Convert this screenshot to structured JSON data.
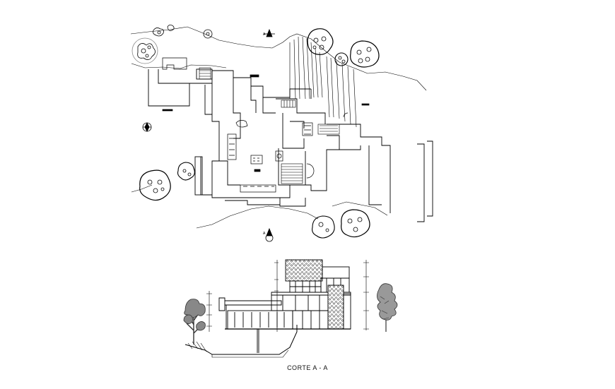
{
  "drawing": {
    "section_caption": "CORTE  A - A",
    "section_marker_top": "A",
    "section_marker_bottom": "A"
  },
  "colors": {
    "ink": "#000000",
    "paper": "#ffffff",
    "tree_gray": "#555555"
  },
  "icons": [
    "tree-icon",
    "north-arrow-icon",
    "section-marker-icon",
    "stair-icon"
  ]
}
